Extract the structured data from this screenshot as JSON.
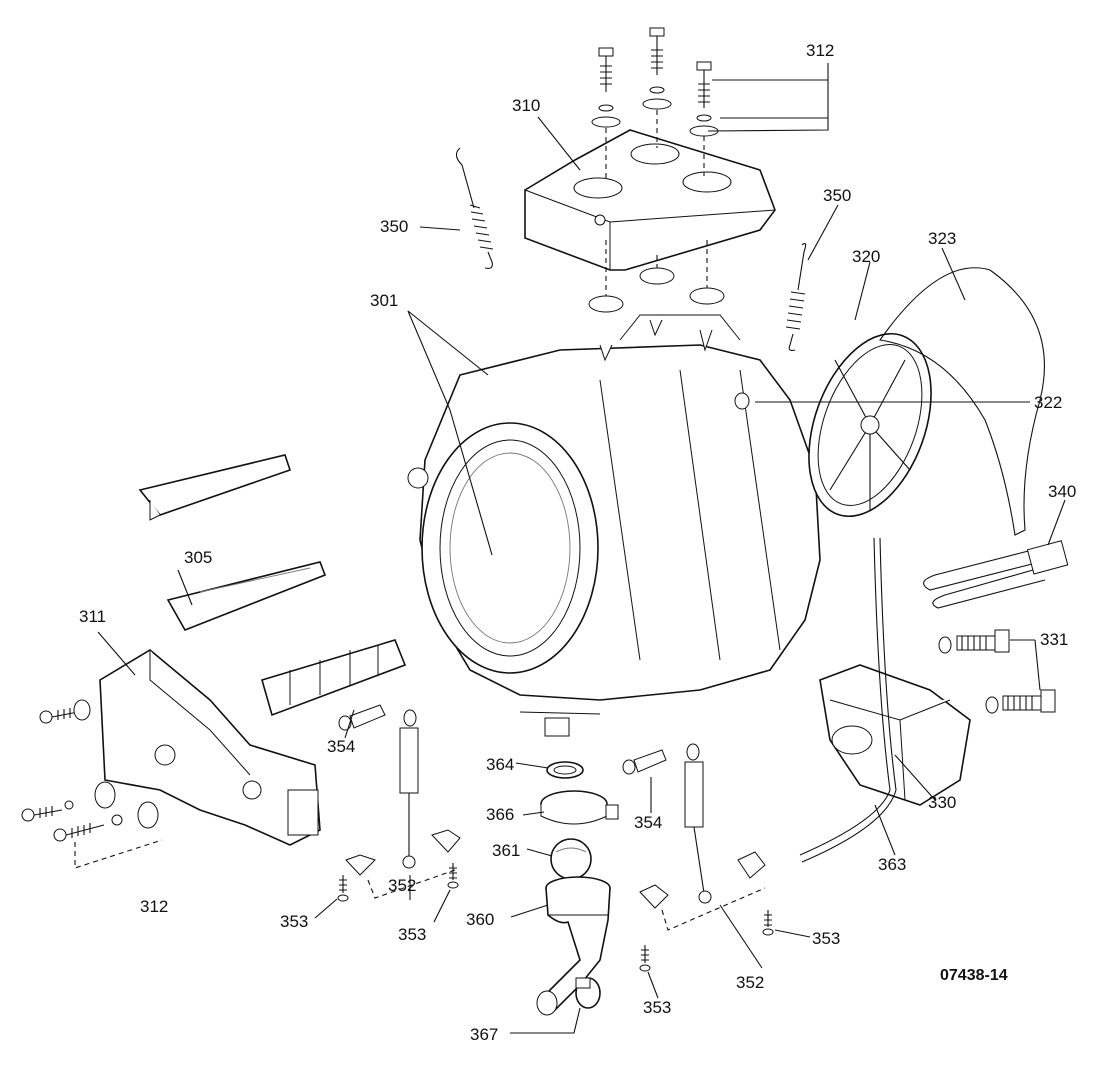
{
  "diagram": {
    "code": "07438-14",
    "labels": {
      "p301": "301",
      "p305": "305",
      "p310": "310",
      "p311": "311",
      "p312_top": "312",
      "p312_bottom": "312",
      "p320": "320",
      "p322": "322",
      "p323": "323",
      "p330": "330",
      "p331": "331",
      "p340": "340",
      "p350_left": "350",
      "p350_right": "350",
      "p352_left": "352",
      "p352_right": "352",
      "p353_a": "353",
      "p353_b": "353",
      "p353_c": "353",
      "p353_d": "353",
      "p354_left": "354",
      "p354_right": "354",
      "p360": "360",
      "p361": "361",
      "p363": "363",
      "p364": "364",
      "p366": "366",
      "p367": "367"
    }
  }
}
